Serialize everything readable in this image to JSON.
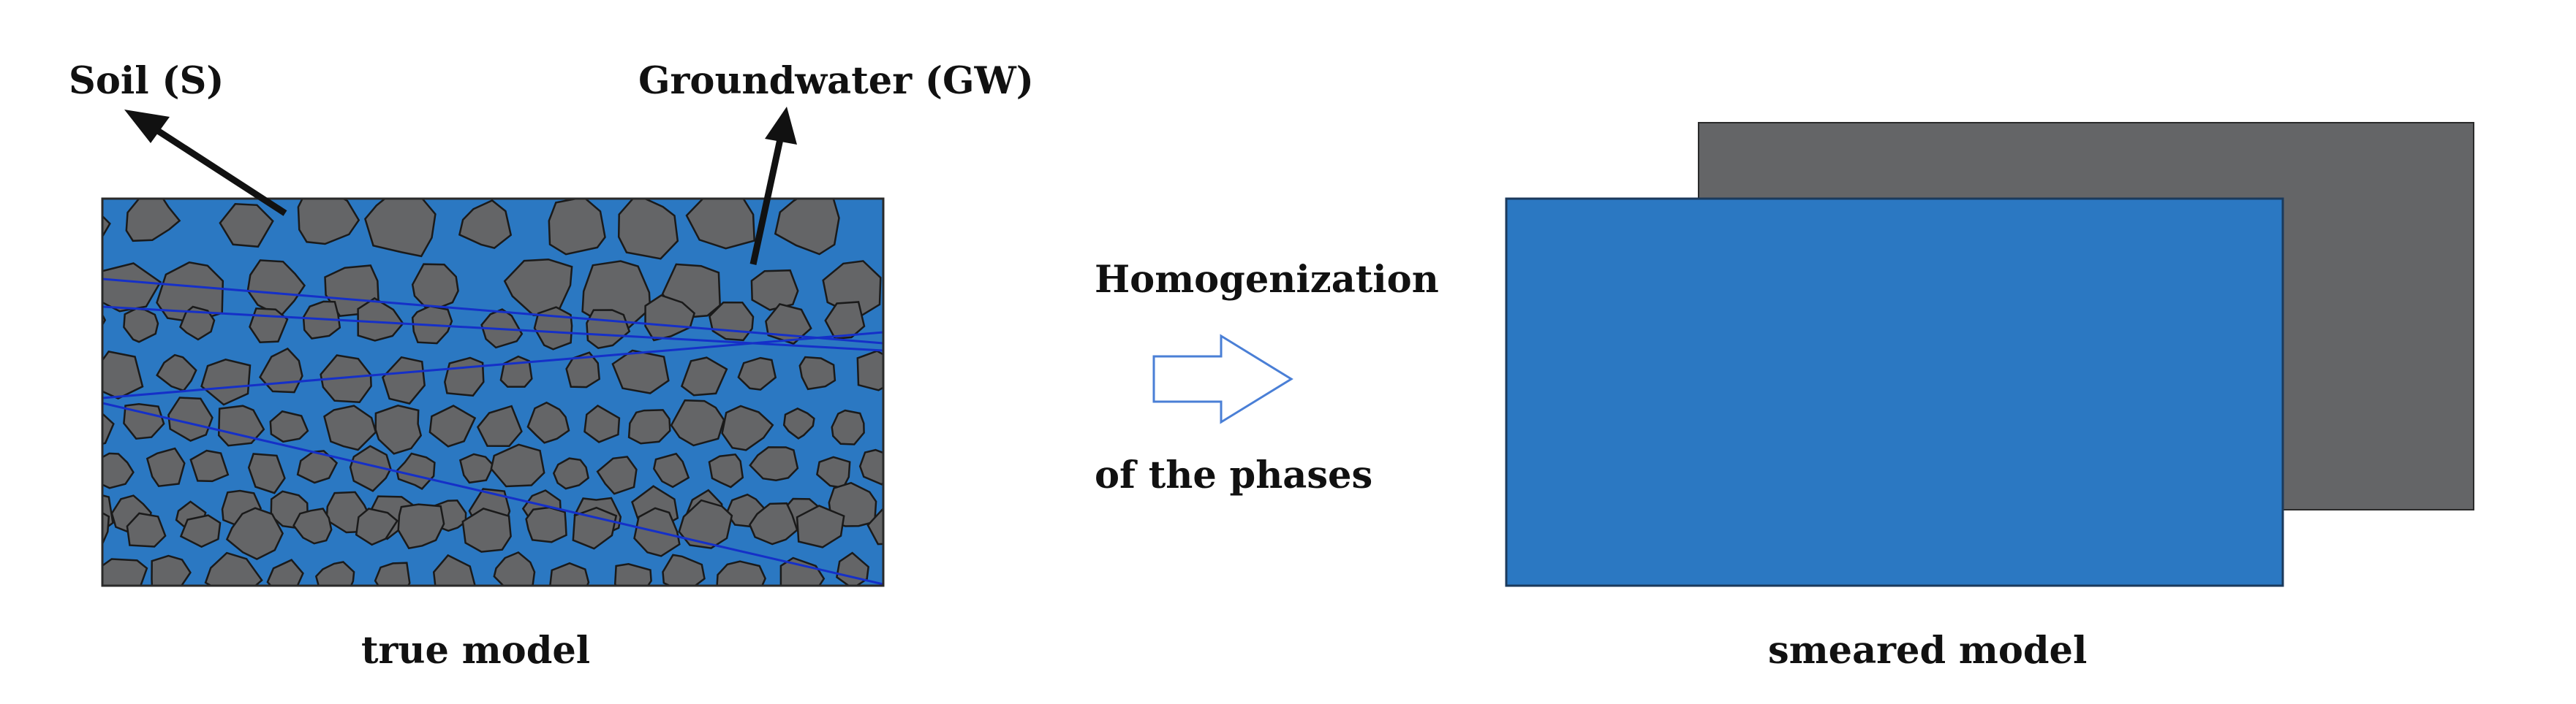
{
  "labels": {
    "soil": "Soil (S)",
    "groundwater": "Groundwater (GW)",
    "homogenization": "Homogenization",
    "of_phases": "of the phases",
    "true_model": "true model",
    "smeared_model": "smeared model"
  },
  "colors": {
    "water_blue": "#2b78c2",
    "soil_grey": "#646567",
    "grain_outline": "#1a1a1a",
    "arrow_fill": "#ffffff",
    "arrow_outline": "#4a7fd6",
    "text": "#111111",
    "lens_line": "#1530c8"
  },
  "icons": {
    "homogenization_arrow": "hollow-right-arrow"
  }
}
